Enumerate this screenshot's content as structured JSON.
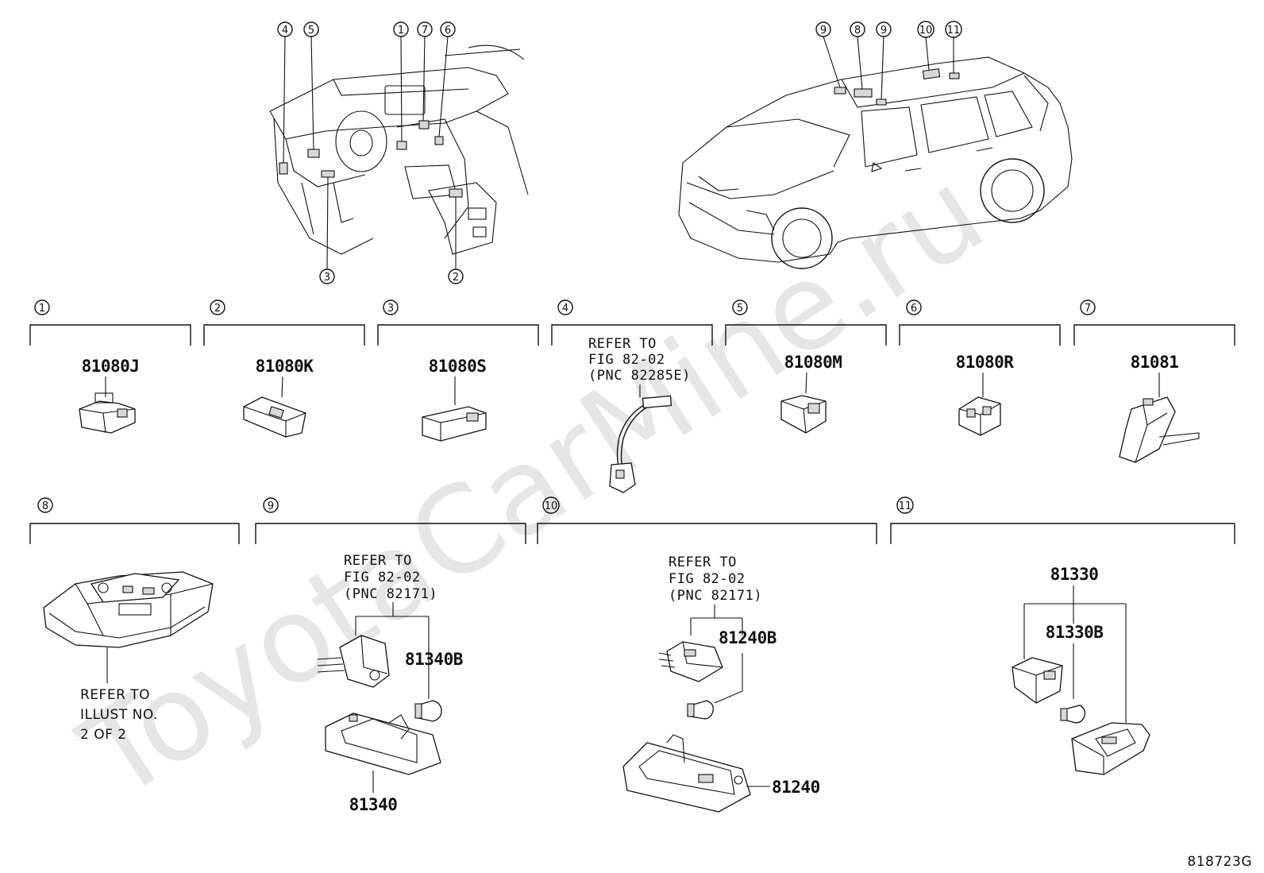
{
  "watermark": "ToyotaCarMine.ru",
  "drawing_id": "818723G",
  "overview_callouts": {
    "interior": [
      "4",
      "5",
      "1",
      "7",
      "6",
      "3",
      "2"
    ],
    "exterior": [
      "9",
      "8",
      "9",
      "10",
      "11"
    ]
  },
  "sections": [
    {
      "number": "1",
      "parts": [
        "81080J"
      ]
    },
    {
      "number": "2",
      "parts": [
        "81080K"
      ]
    },
    {
      "number": "3",
      "parts": [
        "81080S"
      ]
    },
    {
      "number": "4",
      "note": [
        "REFER TO",
        "FIG 82-02",
        "(PNC 82285E)"
      ]
    },
    {
      "number": "5",
      "parts": [
        "81080M"
      ]
    },
    {
      "number": "6",
      "parts": [
        "81080R"
      ]
    },
    {
      "number": "7",
      "parts": [
        "81081"
      ]
    },
    {
      "number": "8",
      "note": [
        "REFER TO",
        "ILLUST NO.",
        "2 OF 2"
      ]
    },
    {
      "number": "9",
      "note": [
        "REFER TO",
        "FIG 82-02",
        "(PNC 82171)"
      ],
      "parts": [
        "81340B",
        "81340"
      ]
    },
    {
      "number": "10",
      "note": [
        "REFER TO",
        "FIG 82-02",
        "(PNC 82171)"
      ],
      "parts": [
        "81240B",
        "81240"
      ]
    },
    {
      "number": "11",
      "parts": [
        "81330",
        "81330B"
      ]
    }
  ]
}
